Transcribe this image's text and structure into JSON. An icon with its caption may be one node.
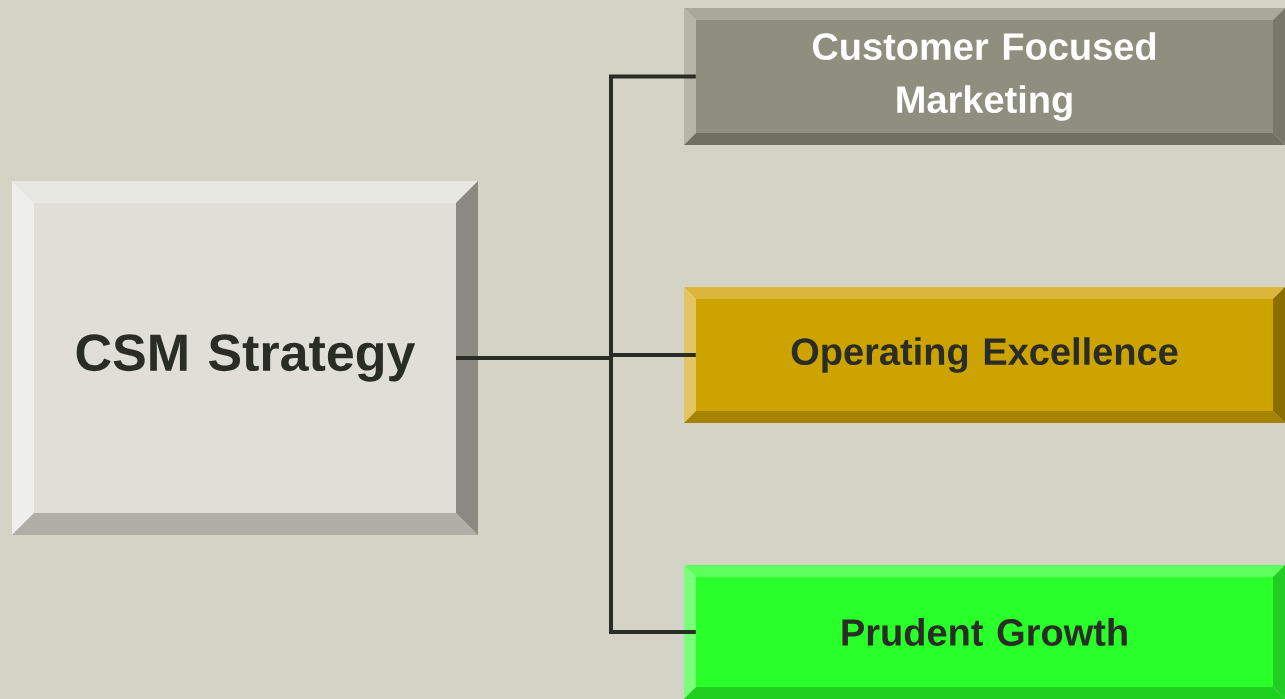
{
  "diagram": {
    "nodes": [
      {
        "text": [
          "CSM Strategy"
        ]
      },
      {
        "text": [
          "Customer Focused Marketing"
        ]
      },
      {
        "text": [
          "Operating Excellence"
        ]
      },
      {
        "text": [
          "Prudent Growth"
        ]
      }
    ],
    "edges": [
      {
        "from": 0,
        "to": 1,
        "arrow": "none"
      },
      {
        "from": 0,
        "to": 2,
        "arrow": "none"
      },
      {
        "from": 0,
        "to": 3,
        "arrow": "none"
      }
    ]
  }
}
